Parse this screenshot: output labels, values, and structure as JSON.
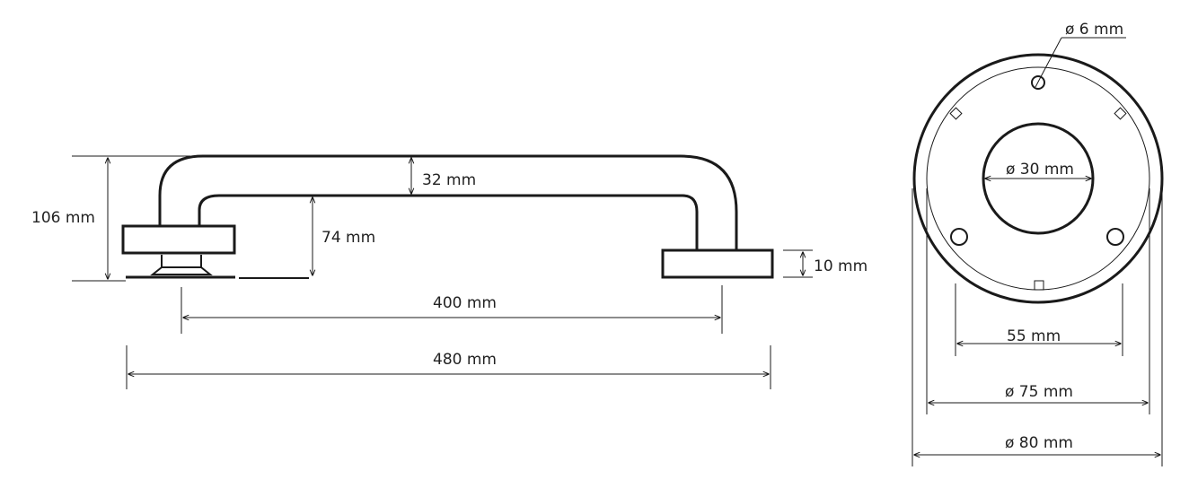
{
  "side_view": {
    "height_total": "106 mm",
    "tube_diameter": "32 mm",
    "inner_height": "74 mm",
    "base_thickness": "10 mm",
    "center_distance": "400 mm",
    "total_length": "480 mm"
  },
  "end_view": {
    "screw_hole": "ø 6 mm",
    "tube_outer": "ø 30 mm",
    "hole_spacing": "55 mm",
    "cover_diameter": "ø 75 mm",
    "flange_diameter": "ø 80 mm"
  },
  "colors": {
    "stroke": "#1a1a1a",
    "text": "#222222",
    "background": "#ffffff"
  }
}
